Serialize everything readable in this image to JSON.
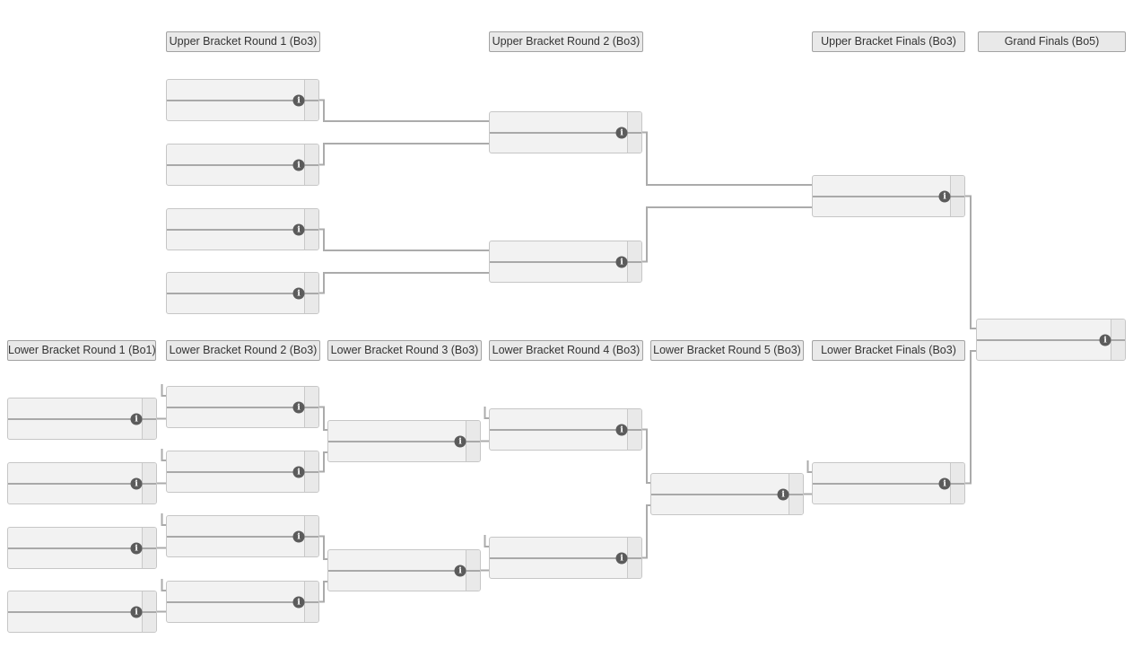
{
  "rounds": {
    "upper": [
      {
        "label": "Upper Bracket Round 1 (Bo3)"
      },
      {
        "label": "Upper Bracket Round 2 (Bo3)"
      },
      {
        "label": "Upper Bracket Finals (Bo3)"
      },
      {
        "label": "Grand Finals (Bo5)"
      }
    ],
    "lower": [
      {
        "label": "Lower Bracket Round 1 (Bo1)"
      },
      {
        "label": "Lower Bracket Round 2 (Bo3)"
      },
      {
        "label": "Lower Bracket Round 3 (Bo3)"
      },
      {
        "label": "Lower Bracket Round 4 (Bo3)"
      },
      {
        "label": "Lower Bracket Round 5 (Bo3)"
      },
      {
        "label": "Lower Bracket Finals (Bo3)"
      }
    ]
  },
  "icons": {
    "info_glyph": "i"
  },
  "colors": {
    "connector": "#ababab",
    "match_fill": "#f2f2f2",
    "score_cell_fill": "#e9e9e9",
    "match_border": "#c6c6c6",
    "header_fill": "#e9e9e9",
    "header_border": "#a2a2a2",
    "info_badge": "#5b5b5b",
    "text": "#333333"
  }
}
